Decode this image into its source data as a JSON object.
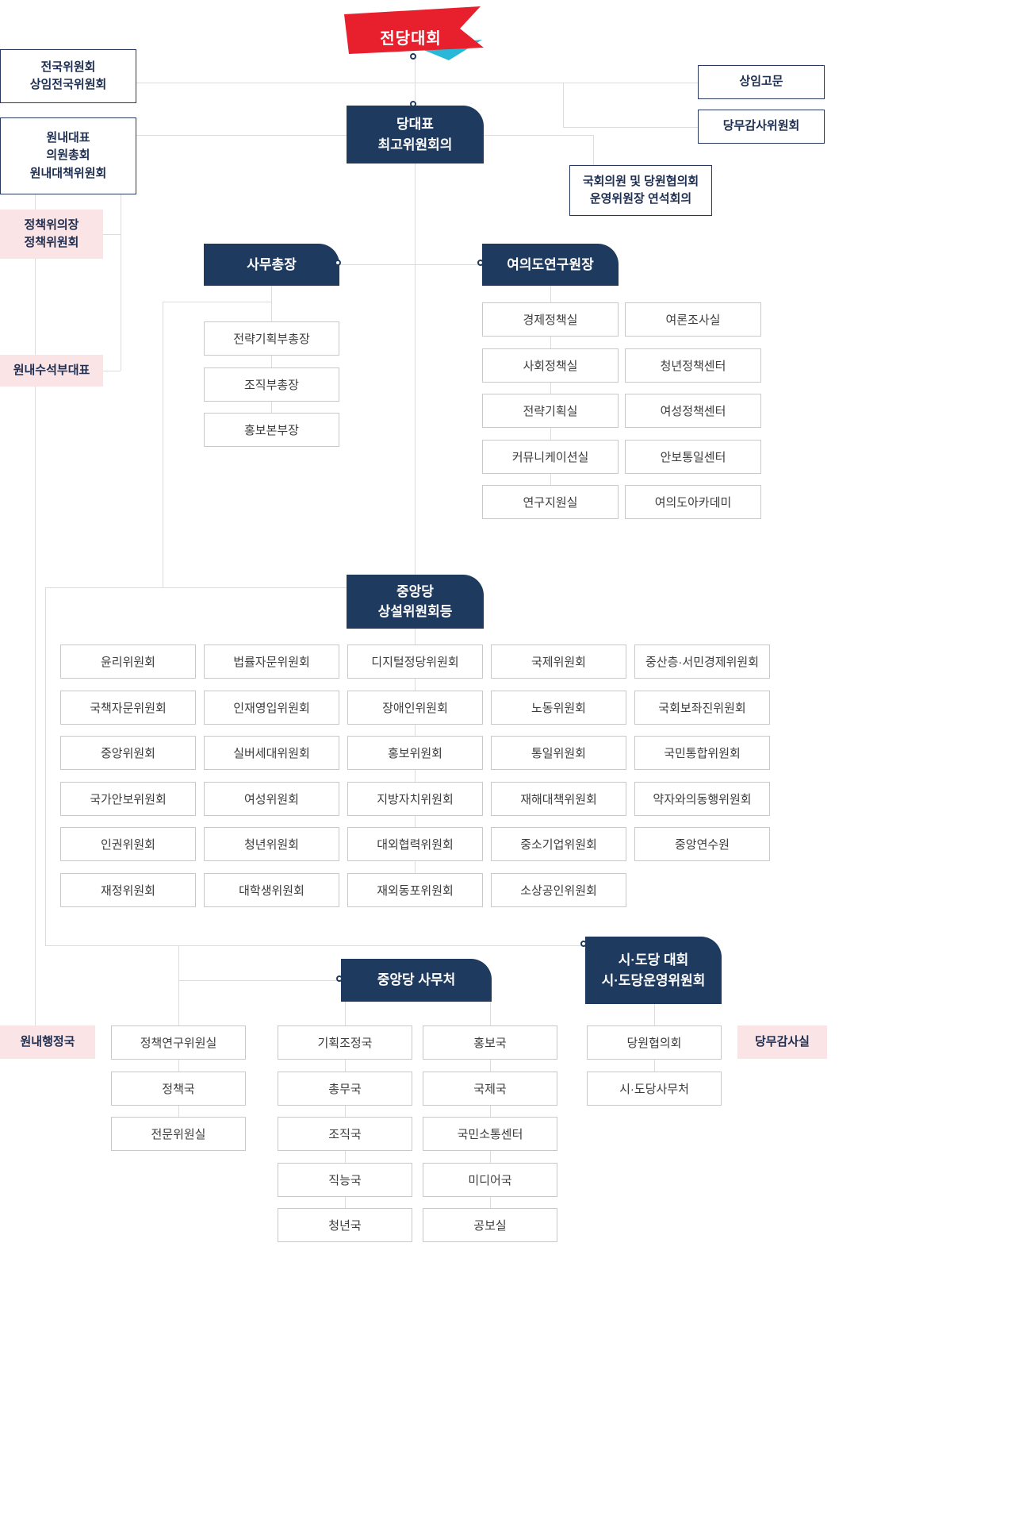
{
  "colors": {
    "navy": "#1f3a5f",
    "red": "#e8202e",
    "cyan": "#2ab8d8",
    "pink": "#fbe4e6",
    "line": "#dcdcdc"
  },
  "banner": {
    "label": "전당대회"
  },
  "left": {
    "national": {
      "line1": "전국위원회",
      "line2": "상임전국위원회"
    },
    "floor": {
      "line1": "원내대표",
      "line2": "의원총회",
      "line3": "원내대책위원회"
    },
    "policy": {
      "line1": "정책위의장",
      "line2": "정책위원회"
    },
    "deputy": {
      "label": "원내수석부대표"
    },
    "admin": {
      "label": "원내행정국"
    }
  },
  "leader": {
    "line1": "당대표",
    "line2": "최고위원회의"
  },
  "right": {
    "advisors": {
      "label": "상임고문"
    },
    "audit_committee": {
      "label": "당무감사위원회"
    },
    "joint": {
      "line1": "국회의원 및 당원협의회",
      "line2": "운영위원장 연석회의"
    },
    "audit_office": {
      "label": "당무감사실"
    }
  },
  "sg": {
    "title": "사무총장",
    "children": [
      "전략기획부총장",
      "조직부총장",
      "홍보본부장"
    ]
  },
  "institute": {
    "title": "여의도연구원장",
    "col1": [
      "경제정책실",
      "사회정책실",
      "전략기획실",
      "커뮤니케이션실",
      "연구지원실"
    ],
    "col2": [
      "여론조사실",
      "청년정책센터",
      "여성정책센터",
      "안보통일센터",
      "여의도아카데미"
    ]
  },
  "standing": {
    "line1": "중앙당",
    "line2": "상설위원회등",
    "items": [
      "윤리위원회",
      "법률자문위원회",
      "디지털정당위원회",
      "국제위원회",
      "중산층·서민경제위원회",
      "국책자문위원회",
      "인재영입위원회",
      "장애인위원회",
      "노동위원회",
      "국회보좌진위원회",
      "중앙위원회",
      "실버세대위원회",
      "홍보위원회",
      "통일위원회",
      "국민통합위원회",
      "국가안보위원회",
      "여성위원회",
      "지방자치위원회",
      "재해대책위원회",
      "약자와의동행위원회",
      "인권위원회",
      "청년위원회",
      "대외협력위원회",
      "중소기업위원회",
      "중앙연수원",
      "재정위원회",
      "대학생위원회",
      "재외동포위원회",
      "소상공인위원회"
    ]
  },
  "office": {
    "title": "중앙당 사무처",
    "col1": [
      "정책연구위원실",
      "정책국",
      "전문위원실"
    ],
    "col2": [
      "기획조정국",
      "총무국",
      "조직국",
      "직능국",
      "청년국"
    ],
    "col3": [
      "홍보국",
      "국제국",
      "국민소통센터",
      "미디어국",
      "공보실"
    ]
  },
  "sido": {
    "line1": "시·도당 대회",
    "line2": "시·도당운영위원회",
    "children": [
      "당원협의회",
      "시·도당사무처"
    ]
  }
}
